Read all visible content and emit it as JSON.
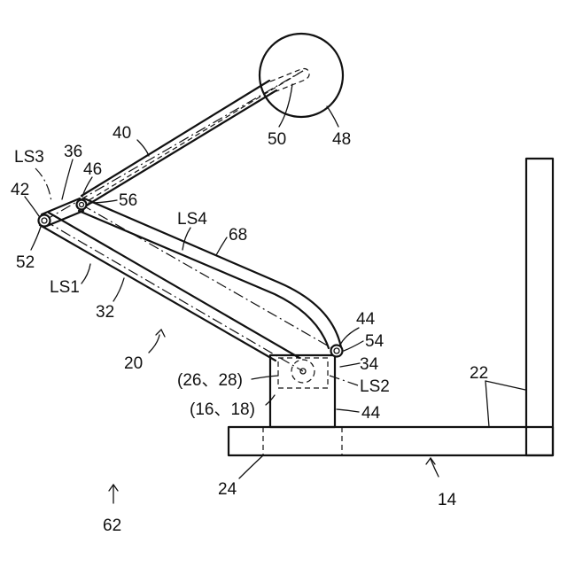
{
  "labels": {
    "l14": "14",
    "l16_18": "(16、18)",
    "l20": "20",
    "l22": "22",
    "l24": "24",
    "l26_28": "(26、28)",
    "l32": "32",
    "l34": "34",
    "l36": "36",
    "l40": "40",
    "l42": "42",
    "l44_top": "44",
    "l44_bottom": "44",
    "l46": "46",
    "l48": "48",
    "l50": "50",
    "l52": "52",
    "l54": "54",
    "l56": "56",
    "l62": "62",
    "l68": "68",
    "ls1": "LS1",
    "ls2": "LS2",
    "ls3": "LS3",
    "ls4": "LS4"
  }
}
